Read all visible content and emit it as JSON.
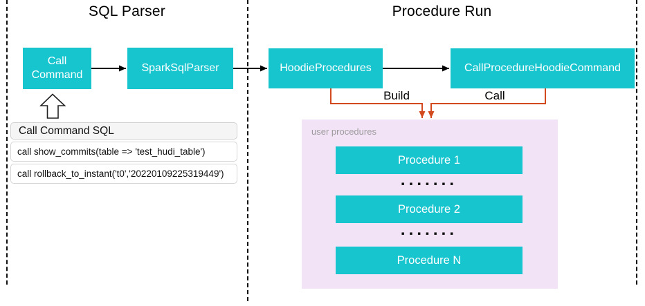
{
  "diagram": {
    "sections": {
      "sql_parser": {
        "title": "SQL Parser"
      },
      "procedure_run": {
        "title": "Procedure Run"
      }
    },
    "nodes": {
      "call_command": {
        "label": "Call Command"
      },
      "spark_sql_parser": {
        "label": "SparkSqlParser"
      },
      "hoodie_procedures": {
        "label": "HoodieProcedures"
      },
      "call_procedure_hoodie_command": {
        "label": "CallProcedureHoodieCommand"
      }
    },
    "connectors": {
      "build": {
        "label": "Build"
      },
      "call": {
        "label": "Call"
      }
    },
    "sql_panel": {
      "title": "Call Command SQL",
      "rows": [
        "call show_commits(table => 'test_hudi_table')",
        "call rollback_to_instant('t0','20220109225319449')"
      ]
    },
    "user_procedures": {
      "label": "user procedures",
      "items": [
        "Procedure 1",
        "Procedure 2",
        "Procedure N"
      ],
      "ellipsis": "▪▪▪▪▪▪▪"
    },
    "colors": {
      "node_fill": "#17C5CF",
      "node_text": "#FFFFFF",
      "connector_black": "#000000",
      "connector_orange": "#D2491D",
      "user_procedures_fill": "#F3E3F7",
      "user_procedures_label_text": "#9B9B9B",
      "sql_header_fill": "#F5F5F5",
      "sql_panel_border": "#D2D2D2"
    }
  }
}
